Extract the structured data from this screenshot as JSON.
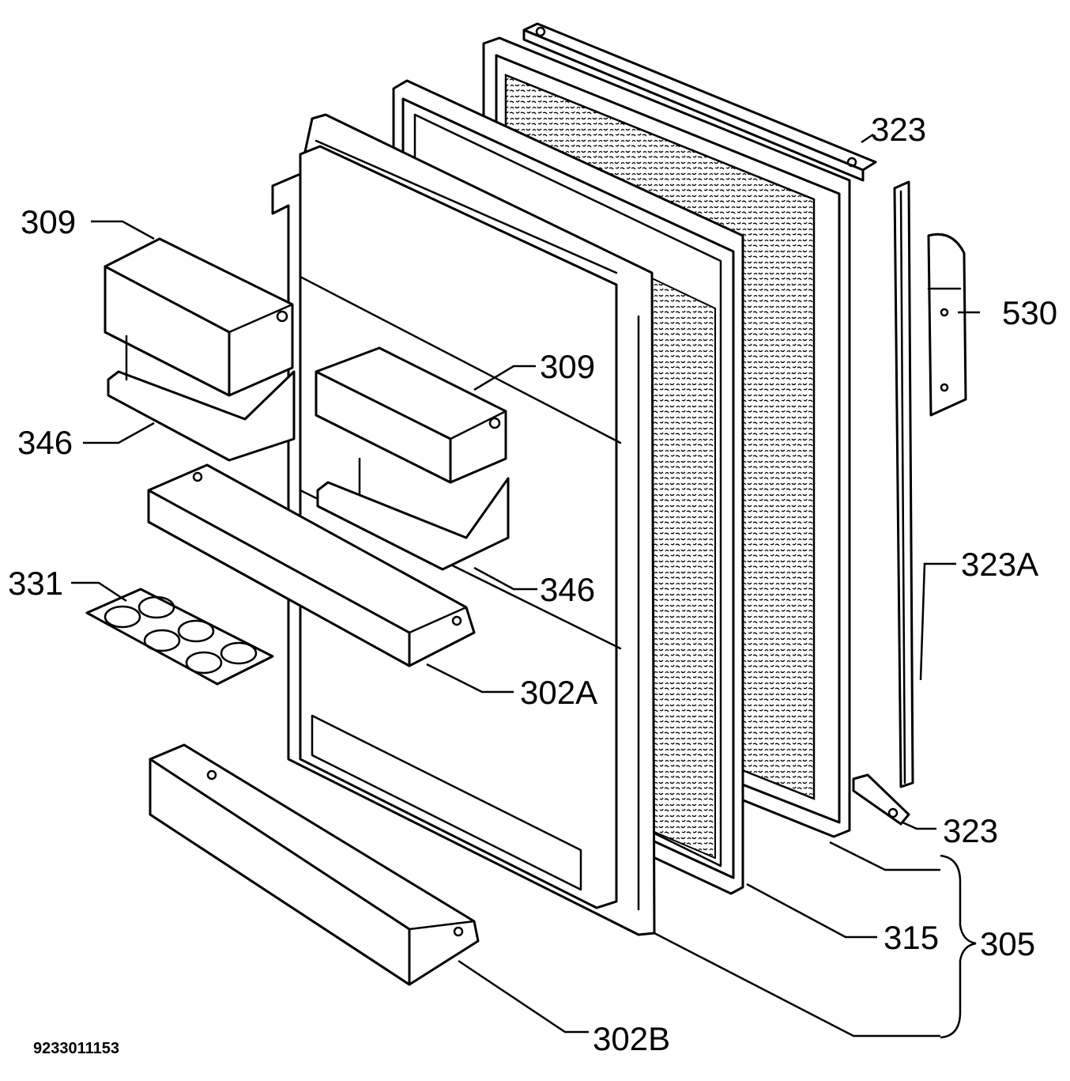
{
  "diagram": {
    "document_number": "9233011153",
    "labels": {
      "door_hinge_top": "323",
      "door_hinge_bottom": "323",
      "hinge_strip": "323A",
      "handle": "530",
      "butter_lid_left": "309",
      "butter_lid_center": "309",
      "butter_tray_left": "346",
      "butter_tray_center": "346",
      "egg_tray": "331",
      "door_shelf_upper": "302A",
      "door_shelf_lower": "302B",
      "door_gasket": "315",
      "door_assembly": "305"
    }
  }
}
